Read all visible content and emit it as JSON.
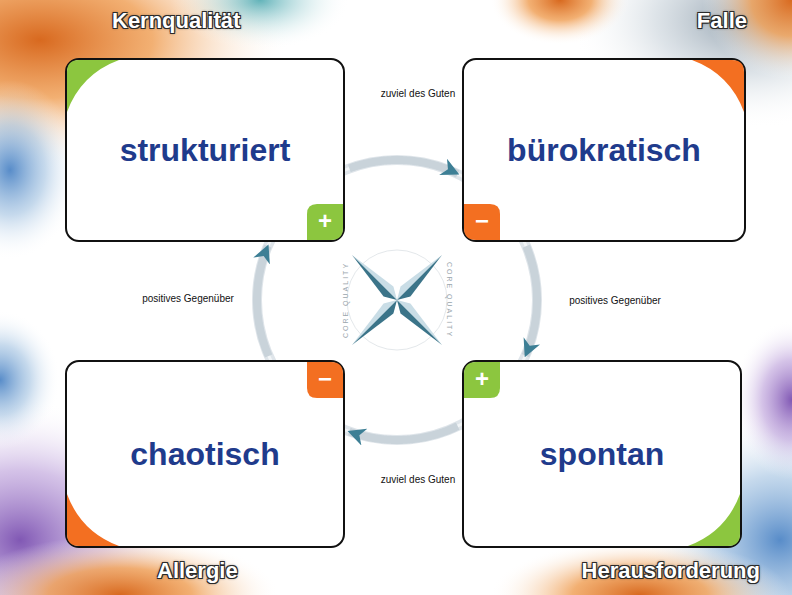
{
  "diagram": {
    "nodes": [
      {
        "text": [
          "Kernqualität",
          "strukturiert",
          "+"
        ]
      },
      {
        "text": [
          "Falle",
          "bürokratisch",
          "−"
        ]
      },
      {
        "text": [
          "Allergie",
          "chaotisch",
          "−"
        ]
      },
      {
        "text": [
          "Herausforderung",
          "spontan",
          "+"
        ]
      }
    ],
    "edges": [
      {
        "from": 0,
        "to": 1,
        "label": "zuviel des Guten",
        "arrow": "to"
      },
      {
        "from": 1,
        "to": 3,
        "label": "positives Gegenüber",
        "arrow": "to"
      },
      {
        "from": 3,
        "to": 2,
        "label": "zuviel des Guten",
        "arrow": "to"
      },
      {
        "from": 2,
        "to": 0,
        "label": "positives Gegenüber",
        "arrow": "to"
      }
    ],
    "labels": [
      "CORE QUALITY",
      "CORE QUALITY"
    ]
  }
}
